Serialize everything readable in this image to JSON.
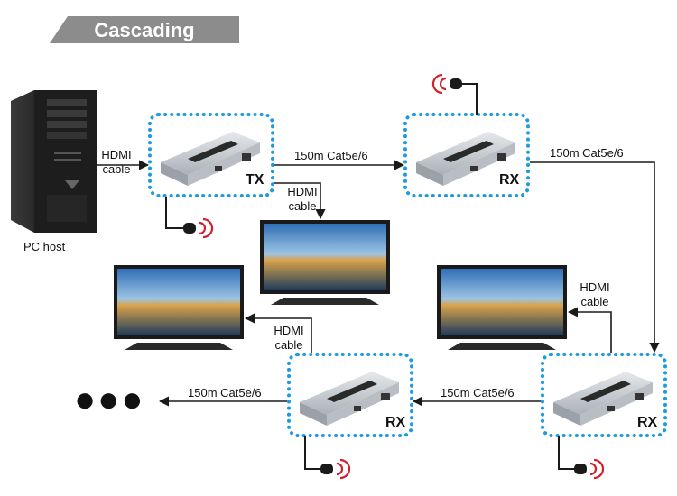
{
  "title": "Cascading",
  "pc_label": "PC host",
  "devices": {
    "tx": "TX",
    "rx1": "RX",
    "rx2": "RX",
    "rx3": "RX"
  },
  "connections": {
    "pc_to_tx": [
      "HDMI",
      "cable"
    ],
    "tx_to_rx1": "150m Cat5e/6",
    "rx1_to_rx2": "150m Cat5e/6",
    "tx_to_tv": [
      "HDMI",
      "cable"
    ],
    "rx2_to_tv": [
      "HDMI",
      "cable"
    ],
    "rx2_to_rx3": "150m Cat5e/6",
    "rx3_to_tv": [
      "HDMI",
      "cable"
    ],
    "rx3_to_more": "150m Cat5e/6"
  },
  "more_indicator": "●●●",
  "colors": {
    "banner": "#8c8c8c",
    "dotted_border": "#1e9be0",
    "ir_wave": "#d0212a",
    "device_body": "#c8cdd2",
    "tv_frame": "#1a1a1a"
  }
}
